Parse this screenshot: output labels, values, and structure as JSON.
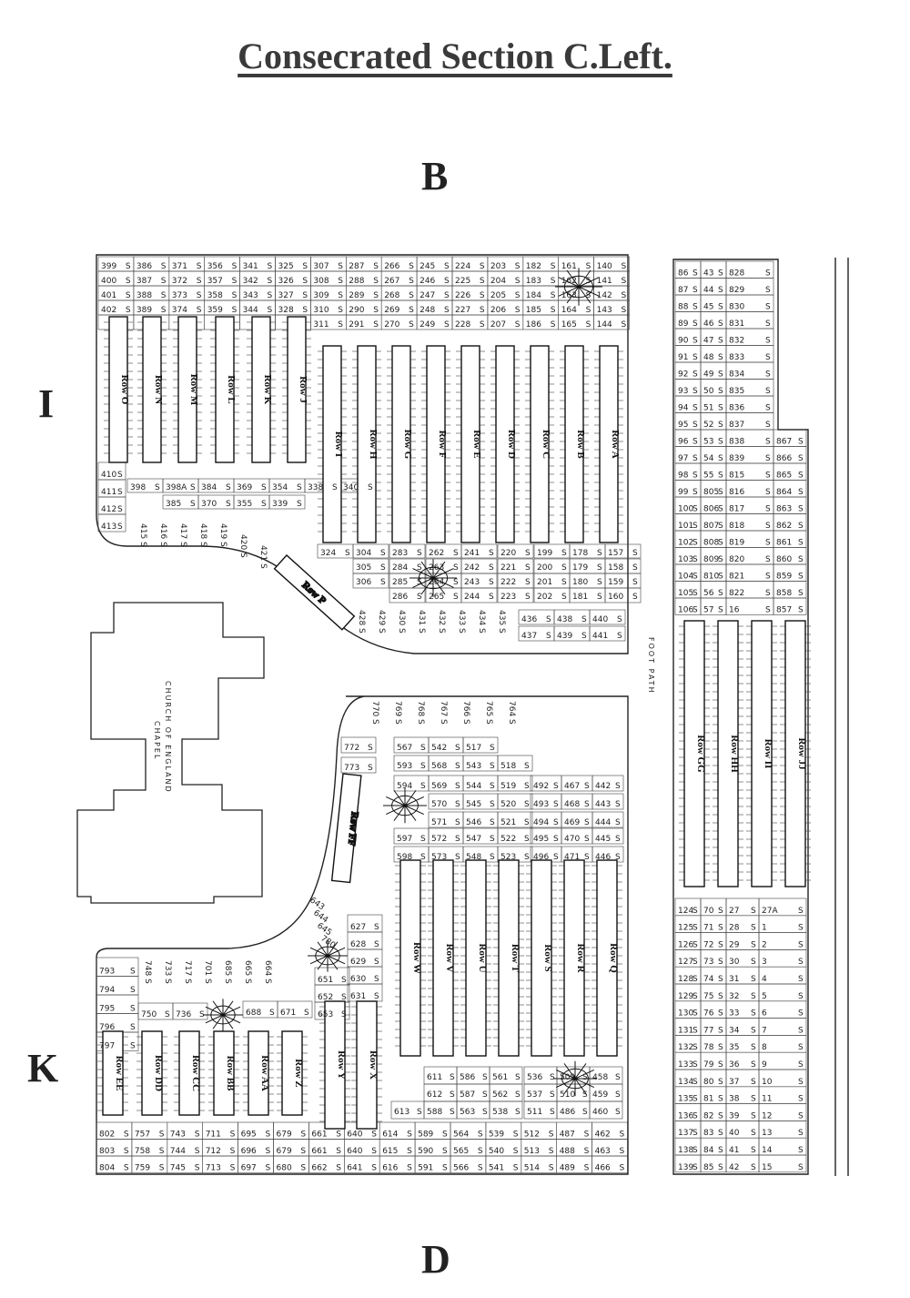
{
  "title": "Consecrated Section C.Left.",
  "compass": {
    "top": "B",
    "left_upper": "I",
    "left_lower": "K",
    "bottom": "D"
  },
  "labels": {
    "church_line1": "CHURCH OF ENGLAND",
    "church_line2": "CHAPEL",
    "footpath": "FOOT PATH"
  },
  "rows_upper": [
    "Row O",
    "Row N",
    "Row M",
    "Row L",
    "Row K",
    "Row J",
    "Row I",
    "Row H",
    "Row G",
    "Row F",
    "Row E",
    "Row D",
    "Row C",
    "Row B",
    "Row A",
    "Row P"
  ],
  "rows_lower": [
    "Row FF",
    "Row W",
    "Row V",
    "Row U",
    "Row T",
    "Row S",
    "Row R",
    "Row Q",
    "Row EE",
    "Row DD",
    "Row CC",
    "Row BB",
    "Row AA",
    "Row Z",
    "Row Y",
    "Row X"
  ],
  "rows_right": [
    "Row GG",
    "Row HH",
    "Row II",
    "Row JJ"
  ],
  "upper_top_rows": [
    [
      "399",
      "386",
      "371",
      "356",
      "341",
      "325",
      "307",
      "287",
      "266",
      "245",
      "224",
      "203",
      "182",
      "161",
      "140"
    ],
    [
      "400",
      "387",
      "372",
      "357",
      "342",
      "326",
      "308",
      "288",
      "267",
      "246",
      "225",
      "204",
      "183",
      "162",
      "141"
    ],
    [
      "401",
      "388",
      "373",
      "358",
      "343",
      "327",
      "309",
      "289",
      "268",
      "247",
      "226",
      "205",
      "184",
      "163",
      "142"
    ],
    [
      "402",
      "389",
      "374",
      "359",
      "344",
      "328",
      "310",
      "290",
      "269",
      "248",
      "227",
      "206",
      "185",
      "164",
      "143"
    ],
    [
      "",
      "",
      "",
      "",
      "",
      "",
      "311",
      "291",
      "270",
      "249",
      "228",
      "207",
      "186",
      "165",
      "144"
    ]
  ],
  "upper_left_bottom": [
    "410",
    "411",
    "412",
    "413"
  ],
  "upper_left_mid": [
    "398",
    "398A",
    "384",
    "369",
    "354",
    "338",
    "340"
  ],
  "upper_left_row3": [
    "385",
    "370",
    "355",
    "339"
  ],
  "upper_curve": [
    "415",
    "416",
    "417",
    "418",
    "419",
    "420",
    "421"
  ],
  "upper_bottom_rows": [
    [
      "324",
      "304",
      "283",
      "262",
      "241",
      "220",
      "199",
      "178",
      "157"
    ],
    [
      "305",
      "284",
      "263",
      "242",
      "221",
      "200",
      "179",
      "158"
    ],
    [
      "306",
      "285",
      "264",
      "243",
      "222",
      "201",
      "180",
      "159"
    ],
    [
      "286",
      "265",
      "244",
      "223",
      "202",
      "181",
      "160"
    ],
    [
      "428",
      "429",
      "430",
      "431",
      "432",
      "433",
      "434",
      "435",
      "436",
      "438",
      "440"
    ],
    [
      "437",
      "439",
      "441"
    ]
  ],
  "right_top": [
    [
      "86",
      "43",
      "828"
    ],
    [
      "87",
      "44",
      "829"
    ],
    [
      "88",
      "45",
      "830"
    ],
    [
      "89",
      "46",
      "831"
    ],
    [
      "90",
      "47",
      "832"
    ],
    [
      "91",
      "48",
      "833"
    ],
    [
      "92",
      "49",
      "834"
    ],
    [
      "93",
      "50",
      "835"
    ],
    [
      "94",
      "51",
      "836"
    ],
    [
      "95",
      "52",
      "837"
    ],
    [
      "96",
      "53",
      "838",
      "867"
    ],
    [
      "97",
      "54",
      "839",
      "866"
    ],
    [
      "98",
      "55",
      "815",
      "865"
    ],
    [
      "99",
      "805",
      "816",
      "864"
    ],
    [
      "100",
      "806",
      "817",
      "863"
    ],
    [
      "101",
      "807",
      "818",
      "862"
    ],
    [
      "102",
      "808",
      "819",
      "861"
    ],
    [
      "103",
      "809",
      "820",
      "860"
    ],
    [
      "104",
      "810",
      "821",
      "859"
    ],
    [
      "105",
      "56",
      "822",
      "858"
    ],
    [
      "106",
      "57",
      "16",
      "857"
    ]
  ],
  "right_bottom": [
    [
      "124",
      "70",
      "27",
      "27A"
    ],
    [
      "125",
      "71",
      "28",
      "1"
    ],
    [
      "126",
      "72",
      "29",
      "2"
    ],
    [
      "127",
      "73",
      "30",
      "3"
    ],
    [
      "128",
      "74",
      "31",
      "4"
    ],
    [
      "129",
      "75",
      "32",
      "5"
    ],
    [
      "130",
      "76",
      "33",
      "6"
    ],
    [
      "131",
      "77",
      "34",
      "7"
    ],
    [
      "132",
      "78",
      "35",
      "8"
    ],
    [
      "133",
      "79",
      "36",
      "9"
    ],
    [
      "134",
      "80",
      "37",
      "10"
    ],
    [
      "135",
      "81",
      "38",
      "11"
    ],
    [
      "136",
      "82",
      "39",
      "12"
    ],
    [
      "137",
      "83",
      "40",
      "13"
    ],
    [
      "138",
      "84",
      "41",
      "14"
    ],
    [
      "139",
      "85",
      "42",
      "15"
    ]
  ],
  "lower_top_rows": [
    [
      "770",
      "769",
      "768",
      "767",
      "766",
      "765",
      "764"
    ],
    [
      "772",
      "567",
      "542",
      "517"
    ],
    [
      "773",
      "593",
      "568",
      "543",
      "518"
    ],
    [
      "594",
      "569",
      "544",
      "519",
      "492",
      "467",
      "442"
    ],
    [
      "570",
      "545",
      "520",
      "493",
      "468",
      "443"
    ],
    [
      "571",
      "546",
      "521",
      "494",
      "469",
      "444"
    ],
    [
      "597",
      "572",
      "547",
      "522",
      "495",
      "470",
      "445"
    ],
    [
      "598",
      "573",
      "548",
      "523",
      "496",
      "471",
      "446"
    ]
  ],
  "lower_left_top": [
    "793",
    "794",
    "795",
    "796",
    "797"
  ],
  "lower_left_cols": [
    "748",
    "733",
    "717",
    "701",
    "685",
    "665",
    "664"
  ],
  "lower_mid": [
    "750",
    "736",
    "688",
    "671",
    "627",
    "628",
    "629",
    "630",
    "631",
    "651",
    "652",
    "653"
  ],
  "lower_bottom_rows": [
    [
      "802",
      "757",
      "743",
      "711",
      "695",
      "679",
      "661",
      "640",
      "614",
      "589",
      "564",
      "539",
      "512",
      "487",
      "462"
    ],
    [
      "803",
      "758",
      "744",
      "712",
      "696",
      "679",
      "661",
      "640",
      "615",
      "590",
      "565",
      "540",
      "513",
      "488",
      "463"
    ],
    [
      "804",
      "759",
      "745",
      "713",
      "697",
      "680",
      "662",
      "641",
      "616",
      "591",
      "566",
      "541",
      "514",
      "489",
      "466"
    ]
  ],
  "lower_right_mid": [
    [
      "611",
      "586",
      "561",
      "536",
      "509",
      "458"
    ],
    [
      "612",
      "587",
      "562",
      "537",
      "510",
      "459"
    ],
    [
      "613",
      "588",
      "563",
      "538",
      "511",
      "486",
      "460"
    ]
  ],
  "lower_curve": [
    "643",
    "644",
    "645",
    "780"
  ],
  "suffix": "S"
}
